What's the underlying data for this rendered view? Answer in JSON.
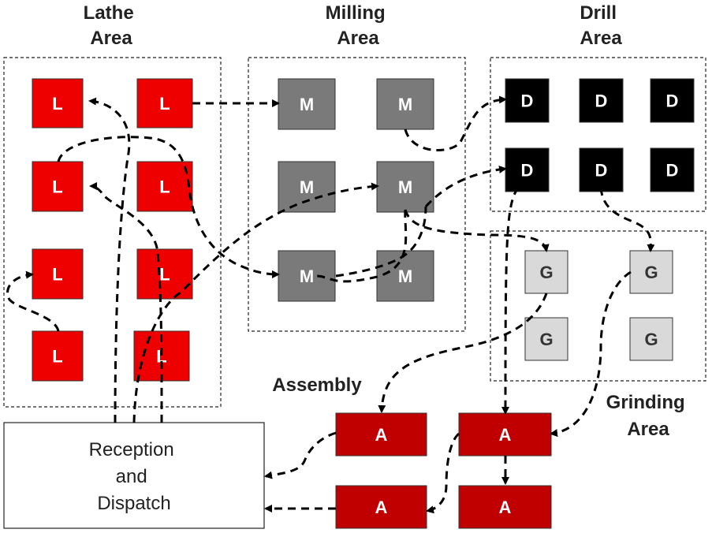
{
  "areas": {
    "lathe": [
      "Lathe",
      "Area"
    ],
    "milling": [
      "Milling",
      "Area"
    ],
    "drill": [
      "Drill",
      "Area"
    ],
    "assembly": [
      "Assembly"
    ],
    "grinding": [
      "Grinding",
      "Area"
    ]
  },
  "machines": {
    "lathe": "L",
    "milling": "M",
    "drill": "D",
    "grinding": "G",
    "assembly": "A"
  },
  "reception": [
    "Reception",
    "and",
    "Dispatch"
  ],
  "colors": {
    "lathe": "#ee0000",
    "milling": "#7a7a7a",
    "drill": "#000000",
    "grinding": "#d9d9d9",
    "assembly": "#c00000",
    "flow": "#000000"
  }
}
